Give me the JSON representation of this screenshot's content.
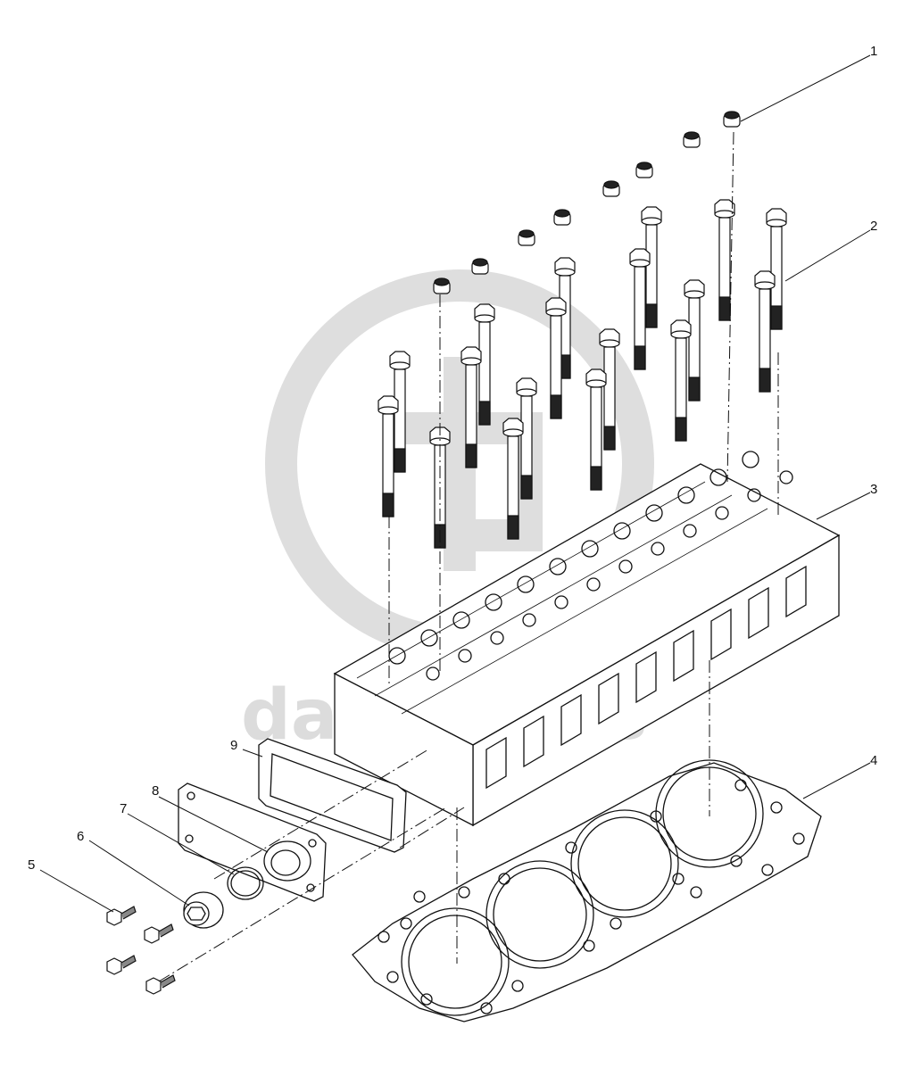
{
  "diagram": {
    "watermark_text": "dazr-parts",
    "callouts": [
      "1",
      "2",
      "3",
      "4",
      "5",
      "6",
      "7",
      "8",
      "9"
    ]
  },
  "colors": {
    "line": "#111111",
    "watermark": "#dcdcdc",
    "background": "#ffffff"
  }
}
